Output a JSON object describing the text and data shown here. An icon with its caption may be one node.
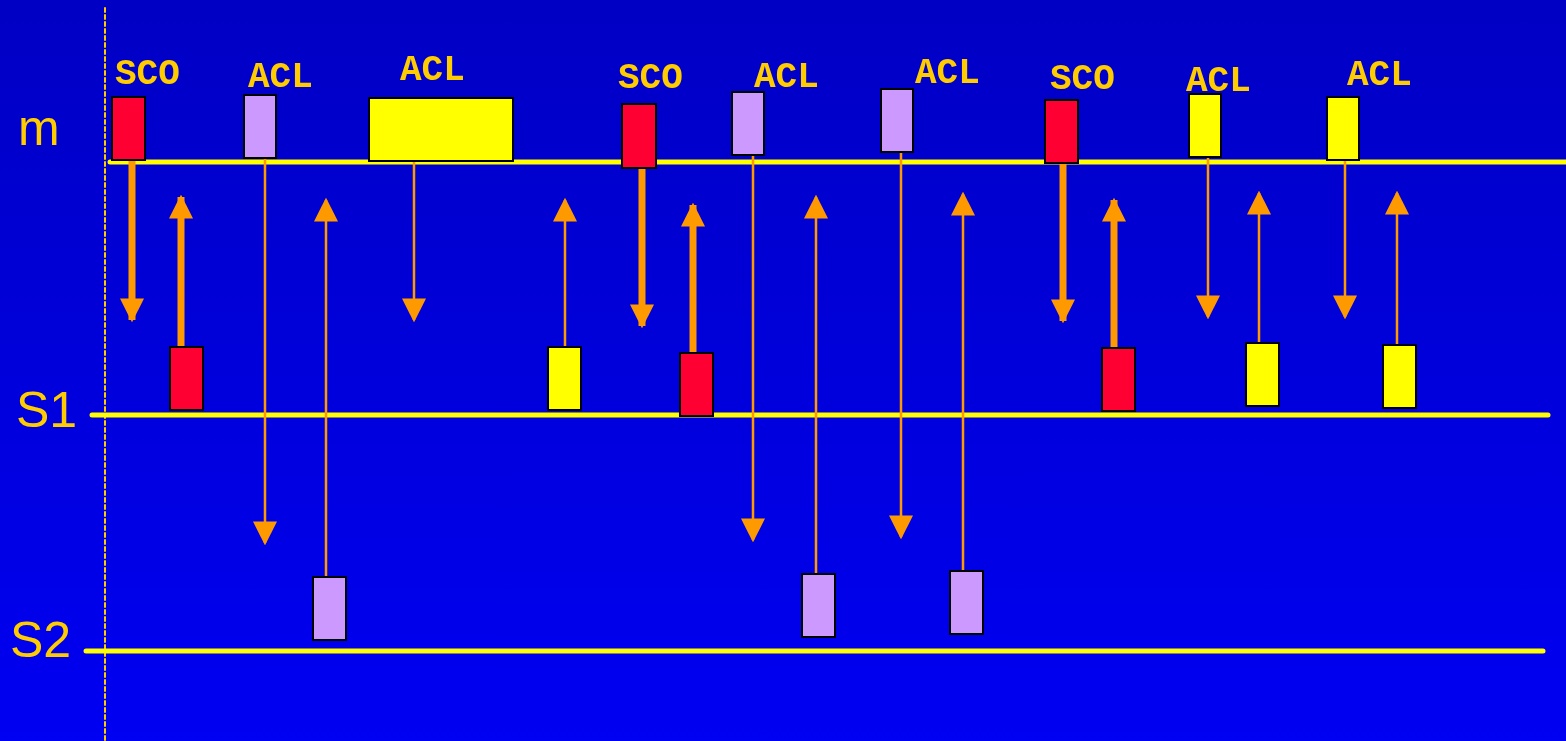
{
  "diagram": {
    "nodes": [
      {
        "text": [
          "SCO"
        ]
      },
      {
        "text": [
          "ACL"
        ]
      },
      {
        "text": [
          "ACL"
        ]
      },
      {
        "text": [
          "SCO"
        ]
      },
      {
        "text": [
          "ACL"
        ]
      },
      {
        "text": [
          "ACL"
        ]
      },
      {
        "text": [
          "SCO"
        ]
      },
      {
        "text": [
          "ACL"
        ]
      },
      {
        "text": [
          "ACL"
        ]
      },
      {
        "text": [],
        "shape": "box"
      },
      {
        "text": [],
        "shape": "box"
      },
      {
        "text": [],
        "shape": "box"
      },
      {
        "text": [],
        "shape": "box"
      },
      {
        "text": [],
        "shape": "box"
      },
      {
        "text": [],
        "shape": "box"
      },
      {
        "text": [],
        "shape": "box"
      },
      {
        "text": [],
        "shape": "box"
      },
      {
        "text": [],
        "shape": "box"
      }
    ],
    "edges": [
      {
        "from": 0,
        "to": 9,
        "arrow": "to",
        "style": "thick"
      },
      {
        "from": 9,
        "to": 0,
        "arrow": "to",
        "style": "thick"
      },
      {
        "from": 1,
        "to": null,
        "arrow": "to"
      },
      {
        "from": 15,
        "to": null,
        "arrow": "to"
      },
      {
        "from": 2,
        "to": null,
        "arrow": "to"
      },
      {
        "from": 10,
        "to": null,
        "arrow": "to"
      },
      {
        "from": 3,
        "to": 11,
        "arrow": "to",
        "style": "thick"
      },
      {
        "from": 11,
        "to": 3,
        "arrow": "to",
        "style": "thick"
      },
      {
        "from": 4,
        "to": null,
        "arrow": "to"
      },
      {
        "from": 16,
        "to": null,
        "arrow": "to"
      },
      {
        "from": 5,
        "to": null,
        "arrow": "to"
      },
      {
        "from": 17,
        "to": null,
        "arrow": "to"
      },
      {
        "from": 6,
        "to": 12,
        "arrow": "to",
        "style": "thick"
      },
      {
        "from": 12,
        "to": 6,
        "arrow": "to",
        "style": "thick"
      },
      {
        "from": 7,
        "to": null,
        "arrow": "to"
      },
      {
        "from": 13,
        "to": null,
        "arrow": "to"
      },
      {
        "from": 8,
        "to": null,
        "arrow": "to"
      },
      {
        "from": 14,
        "to": null,
        "arrow": "to"
      }
    ],
    "labels": [
      "m",
      "S1",
      "S2"
    ]
  }
}
